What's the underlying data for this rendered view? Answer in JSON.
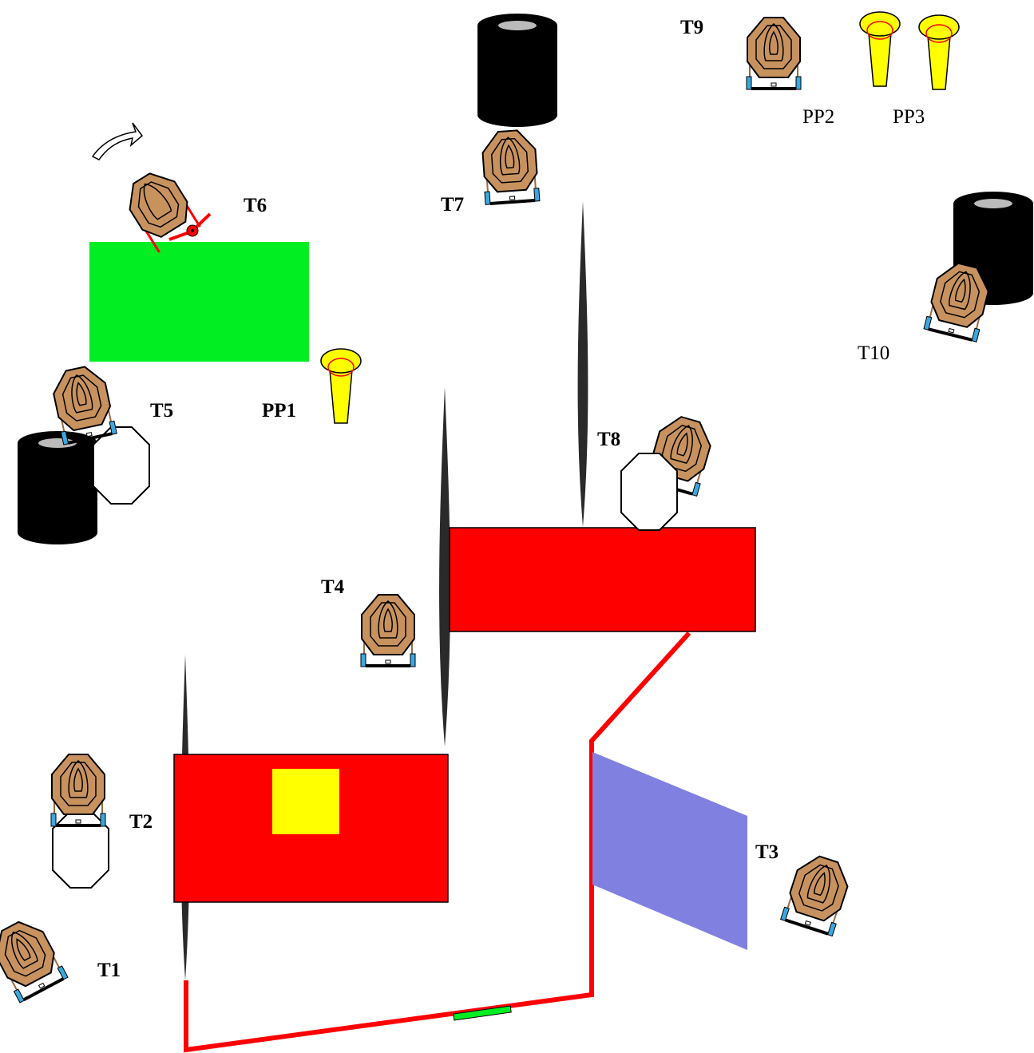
{
  "labels": {
    "t1": "T1",
    "t2": "T2",
    "t3": "T3",
    "t4": "T4",
    "t5": "T5",
    "t6": "T6",
    "t7": "T7",
    "t8": "T8",
    "t9": "T9",
    "t10": "T10",
    "pp1": "PP1",
    "pp2": "PP2",
    "pp3": "PP3"
  },
  "colors": {
    "barricade_red": "#ff0000",
    "start_area_green": "#00ee22",
    "yellow_box": "#ffff00",
    "fault_line": "#ff0000",
    "shoot_through_panel": "#8080e0",
    "target_fill": "#c8925e",
    "noshoot_fill": "#ffffff",
    "tire_black": "#000000",
    "popper_yellow": "#ffff00",
    "wall_dark": "#2a2a2a"
  },
  "icons": {
    "target": "ipsc-target-icon",
    "no_shoot": "no-shoot-target-icon",
    "tire_stack": "tire-stack-icon",
    "popper": "popper-icon",
    "swinger": "rotate-arrow-icon"
  }
}
